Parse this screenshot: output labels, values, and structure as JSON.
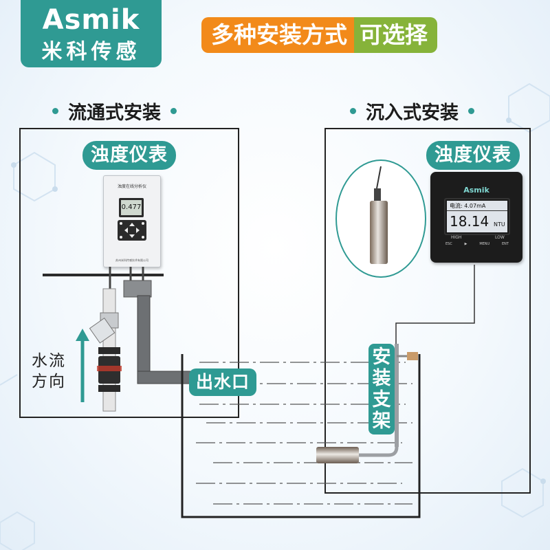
{
  "brand": {
    "name": "Asmik",
    "cn_name": "米科传感"
  },
  "headline": {
    "part1": "多种安装方式",
    "part2": "可选择"
  },
  "left_section": {
    "title": "流通式安装",
    "instrument_label": "浊度仪表",
    "device_title": "浊度在线分析仪",
    "device_reading": "0.477",
    "device_footer": "苏州米科传感技术有限公司",
    "flow_text_line1": "水流",
    "flow_text_line2": "方向"
  },
  "right_section": {
    "title": "沉入式安装",
    "instrument_label": "浊度仪表",
    "device_brand": "Asmik",
    "current_label": "电流:",
    "current_value": "4.07mA",
    "reading_value": "18.14",
    "reading_unit": "NTU",
    "high_label": "HIGH",
    "low_label": "LOW",
    "buttons": [
      "ESC",
      "▶",
      "MENU",
      "ENT"
    ],
    "bracket_label": "安装支架"
  },
  "tank": {
    "outlet_label": "出水口"
  },
  "colors": {
    "teal": "#2f9a93",
    "orange": "#f28a1a",
    "green": "#86b33a"
  }
}
